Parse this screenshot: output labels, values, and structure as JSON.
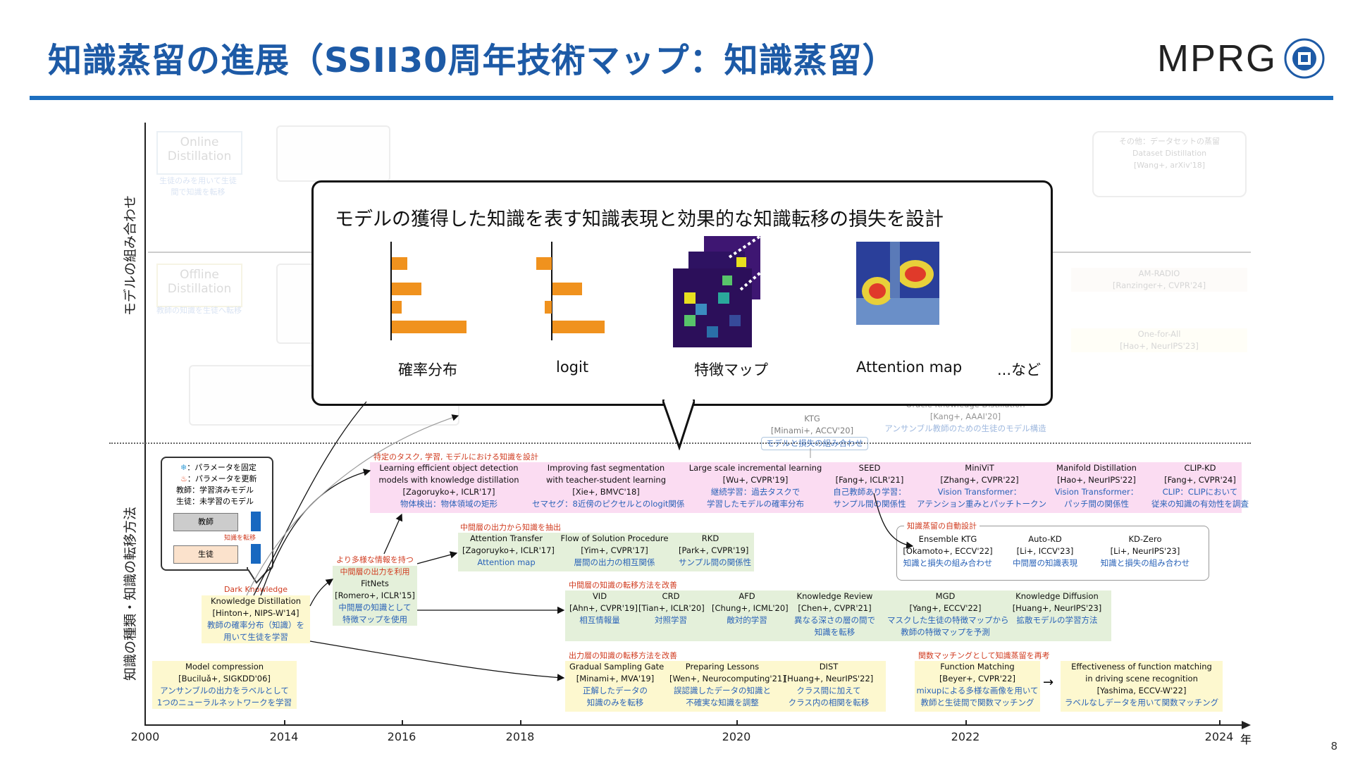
{
  "slide": {
    "title": "知識蒸留の進展（SSII30周年技術マップ：知識蒸留）",
    "logo_text": "MPRG",
    "page_number": "8"
  },
  "axes": {
    "y_top_label": "モデルの組み合わせ",
    "y_bottom_label": "知識の種類・知識の転移方法",
    "x_ticks": [
      "2000",
      "2014",
      "2016",
      "2018",
      "2020",
      "2022",
      "2024"
    ],
    "x_unit": "年"
  },
  "faded_area": {
    "online_label": "Online Distillation",
    "online_sub": "生徒のみを用いて生徒間で知識を転移",
    "offline_label": "Offline Distillation",
    "offline_sub": "教師の知識を生徒へ転移",
    "other_heading": "その他：データセットの蒸留",
    "other_title": "Dataset Distillation",
    "other_cite": "[Wang+, arXiv'18]",
    "am_radio": "AM-RADIO",
    "am_radio_cite": "[Ranzinger+, CVPR'24]",
    "one_for_all": "One-for-All",
    "one_for_all_cite": "[Hao+, NeurIPS'23]",
    "ktg": "KTG",
    "ktg_cite": "[Minami+, ACCV'20]",
    "ktg_note": "モデルと損失の組み合わせ",
    "oracle": "Oracle Knowledge Distillation",
    "oracle_cite": "[Kang+, AAAI'20]",
    "oracle_note": "アンサンブル教師のための生徒のモデル構造"
  },
  "popup": {
    "heading": "モデルの獲得した知識を表す知識表現と効果的な知識転移の損失を設計",
    "items": [
      "確率分布",
      "logit",
      "特徴マップ",
      "Attention map",
      "...など"
    ]
  },
  "legend": {
    "frozen": "：パラメータを固定",
    "updated": "：パラメータを更新",
    "teacher_def": "教師：学習済みモデル",
    "student_def": "生徒：未学習のモデル",
    "teacher": "教師",
    "student": "生徒",
    "transfer": "知識を転移"
  },
  "roots": {
    "model_compression": {
      "title": "Model compression",
      "cite": "[Buciluǎ+, SIGKDD'06]",
      "note1": "アンサンブルの出力をラベルとして",
      "note2": "1つのニューラルネットワークを学習"
    },
    "kd": {
      "cap": "Dark Knowledge",
      "title": "Knowledge Distillation",
      "cite": "[Hinton+, NIPS-W'14]",
      "note1": "教師の確率分布（知識）を",
      "note2": "用いて生徒を学習"
    },
    "fitnets": {
      "cap1": "より多様な情報を持つ",
      "cap2": "中間層の出力を利用",
      "title": "FitNets",
      "cite": "[Romero+, ICLR'15]",
      "note1": "中間層の知識として",
      "note2": "特徴マップを使用"
    }
  },
  "groups": {
    "pink": {
      "cap": "特定のタスク, 学習, モデルにおける知識を設計",
      "entries": [
        {
          "l1": "Learning efficient object detection",
          "l2": "models with knowledge distillation",
          "l3": "[Zagoruyko+, ICLR'17]",
          "l4": "物体検出：物体領域の矩形"
        },
        {
          "l1": "Improving fast segmentation",
          "l2": "with teacher-student learning",
          "l3": "[Xie+, BMVC'18]",
          "l4": "セマセグ：8近傍のピクセルとのlogit関係"
        },
        {
          "l1": "Large scale incremental learning",
          "l2": "[Wu+, CVPR'19]",
          "l3": "継続学習：過去タスクで",
          "l4": "学習したモデルの確率分布"
        },
        {
          "l1": "SEED",
          "l2": "[Fang+, ICLR'21]",
          "l3": "自己教師あり学習：",
          "l4": "サンプル間の関係性"
        },
        {
          "l1": "MiniViT",
          "l2": "[Zhang+, CVPR'22]",
          "l3": "Vision Transformer：",
          "l4": "アテンション重みとパッチトークン"
        },
        {
          "l1": "Manifold Distillation",
          "l2": "[Hao+, NeurIPS'22]",
          "l3": "Vision Transformer：",
          "l4": "パッチ間の関係性"
        },
        {
          "l1": "CLIP-KD",
          "l2": "[Fang+, CVPR'24]",
          "l3": "CLIP：CLIPにおいて",
          "l4": "従来の知識の有効性を調査"
        }
      ]
    },
    "output_mid": {
      "cap": "中間層の出力から知識を抽出",
      "entries": [
        {
          "l1": "Attention Transfer",
          "l2": "[Zagoruyko+, ICLR'17]",
          "l3": "Attention map"
        },
        {
          "l1": "Flow of Solution Procedure",
          "l2": "[Yim+, CVPR'17]",
          "l3": "層間の出力の相互関係"
        },
        {
          "l1": "RKD",
          "l2": "[Park+, CVPR'19]",
          "l3": "サンプル間の関係性"
        }
      ]
    },
    "auto": {
      "cap": "知識蒸留の自動設計",
      "entries": [
        {
          "l1": "Ensemble KTG",
          "l2": "[Okamoto+, ECCV'22]",
          "l3": "知識と損失の組み合わせ"
        },
        {
          "l1": "Auto-KD",
          "l2": "[Li+, ICCV'23]",
          "l3": "中間層の知識表現"
        },
        {
          "l1": "KD-Zero",
          "l2": "[Li+, NeurIPS'23]",
          "l3": "知識と損失の組み合わせ"
        }
      ]
    },
    "mid_transfer": {
      "cap": "中間層の知識の転移方法を改善",
      "entries": [
        {
          "l1": "VID",
          "l2": "[Ahn+, CVPR'19]",
          "l3": "相互情報量",
          "l4": ""
        },
        {
          "l1": "CRD",
          "l2": "[Tian+, ICLR'20]",
          "l3": "対照学習",
          "l4": ""
        },
        {
          "l1": "AFD",
          "l2": "[Chung+, ICML'20]",
          "l3": "敵対的学習",
          "l4": ""
        },
        {
          "l1": "Knowledge Review",
          "l2": "[Chen+, CVPR'21]",
          "l3": "異なる深さの層の間で",
          "l4": "知識を転移"
        },
        {
          "l1": "MGD",
          "l2": "[Yang+, ECCV'22]",
          "l3": "マスクした生徒の特徴マップから",
          "l4": "教師の特徴マップを予測"
        },
        {
          "l1": "Knowledge Diffusion",
          "l2": "[Huang+, NeurIPS'23]",
          "l3": "拡散モデルの学習方法",
          "l4": ""
        }
      ]
    },
    "out_transfer": {
      "cap": "出力層の知識の転移方法を改善",
      "entries": [
        {
          "l1": "Gradual Sampling Gate",
          "l2": "[Minami+, MVA'19]",
          "l3": "正解したデータの",
          "l4": "知識のみを転移"
        },
        {
          "l1": "Preparing Lessons",
          "l2": "[Wen+, Neurocomputing'21]",
          "l3": "誤認識したデータの知識と",
          "l4": "不確実な知識を調整"
        },
        {
          "l1": "DIST",
          "l2": "[Huang+, NeurIPS'22]",
          "l3": "クラス間に加えて",
          "l4": "クラス内の相関を転移"
        }
      ]
    },
    "function": {
      "cap": "関数マッチングとして知識蒸留を再考",
      "entries": [
        {
          "l1": "Function Matching",
          "l2": "[Beyer+, CVPR'22]",
          "l3": "mixupによる多様な画像を用いて",
          "l4": "教師と生徒間で関数マッチング"
        },
        {
          "l1": "Effectiveness of function matching",
          "l2": "in driving scene recognition",
          "l3": "[Yashima, ECCV-W'22]",
          "l4": "ラベルなしデータを用いて関数マッチング"
        }
      ]
    }
  }
}
